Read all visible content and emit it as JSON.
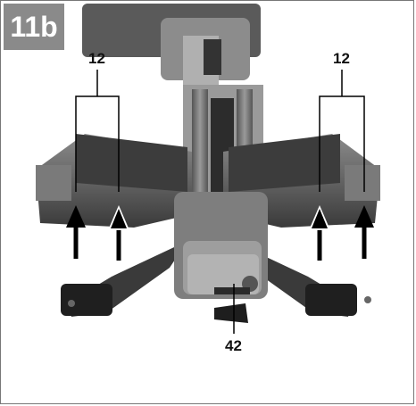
{
  "figure": {
    "label": "11b",
    "callouts": {
      "left_top": "12",
      "right_top": "12",
      "bottom": "42"
    }
  },
  "colors": {
    "badge": "#8a8a8a",
    "machine_dark": "#2f2f2f",
    "machine_mid": "#6d6d6d",
    "machine_light": "#b5b5b5"
  }
}
